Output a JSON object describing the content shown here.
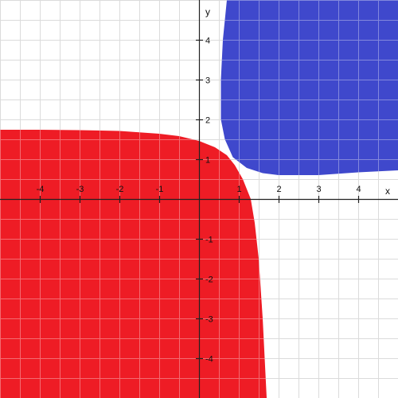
{
  "chart_data": {
    "type": "area",
    "xlabel": "x",
    "ylabel": "y",
    "xlim": [
      -5,
      5
    ],
    "ylim": [
      -5,
      5
    ],
    "grid": true,
    "grid_step": 0.5,
    "x_ticks": [
      -4,
      -3,
      -2,
      -1,
      1,
      2,
      3,
      4
    ],
    "y_ticks": [
      -4,
      -3,
      -2,
      -1,
      1,
      2,
      3,
      4
    ],
    "x_tick_labels": [
      "-4",
      "-3",
      "-2",
      "-1",
      "1",
      "2",
      "3",
      "4"
    ],
    "y_tick_labels": [
      "-4",
      "-3",
      "-2",
      "-1",
      "1",
      "2",
      "3",
      "4"
    ],
    "regions": [
      {
        "color": "#ee1c25",
        "boundary": [
          {
            "x": -5,
            "y": 1.74
          },
          {
            "x": -4,
            "y": 1.74
          },
          {
            "x": -3,
            "y": 1.73
          },
          {
            "x": -2,
            "y": 1.71
          },
          {
            "x": -1,
            "y": 1.64
          },
          {
            "x": -0.5,
            "y": 1.58
          },
          {
            "x": 0,
            "y": 1.46
          },
          {
            "x": 0.4,
            "y": 1.3
          },
          {
            "x": 0.7,
            "y": 1.1
          },
          {
            "x": 0.9,
            "y": 0.85
          },
          {
            "x": 1.1,
            "y": 0.5
          },
          {
            "x": 1.3,
            "y": 0
          },
          {
            "x": 1.4,
            "y": -0.6
          },
          {
            "x": 1.5,
            "y": -1.5
          },
          {
            "x": 1.6,
            "y": -3
          },
          {
            "x": 1.7,
            "y": -5
          }
        ]
      },
      {
        "color": "#3f48cc",
        "boundary": [
          {
            "x": 0.7,
            "y": 5
          },
          {
            "x": 0.6,
            "y": 4
          },
          {
            "x": 0.55,
            "y": 3
          },
          {
            "x": 0.55,
            "y": 2
          },
          {
            "x": 0.65,
            "y": 1.5
          },
          {
            "x": 0.85,
            "y": 1.05
          },
          {
            "x": 1.2,
            "y": 0.78
          },
          {
            "x": 1.6,
            "y": 0.65
          },
          {
            "x": 2,
            "y": 0.6
          },
          {
            "x": 3,
            "y": 0.6
          },
          {
            "x": 4,
            "y": 0.67
          },
          {
            "x": 5,
            "y": 0.72
          }
        ]
      }
    ]
  }
}
